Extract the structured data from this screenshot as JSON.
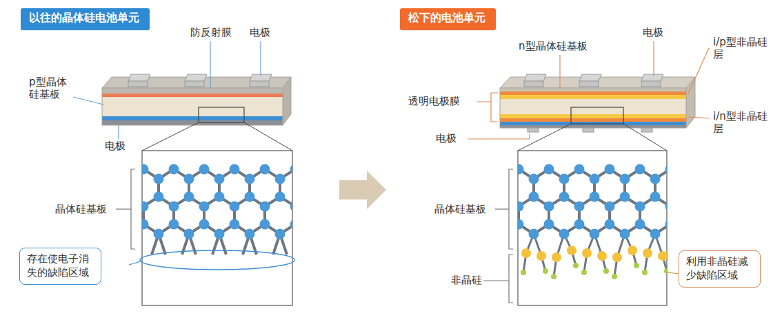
{
  "diagram": {
    "nodes": [
      {
        "text": [
          "以往的晶体硅电池单元"
        ]
      },
      {
        "text": [
          "松下的电池单元"
        ]
      },
      {
        "text": [
          "存在使电子消失的缺陷区域"
        ]
      },
      {
        "text": [
          "利用非晶硅减少缺陷区域"
        ]
      }
    ],
    "labels": [
      "防反射膜",
      "电极",
      "p型晶体硅基板",
      "电极",
      "晶体硅基板",
      "n型晶体硅基板",
      "电极",
      "i/p型非晶硅层",
      "透明电极膜",
      "i/n型非晶硅层",
      "电极",
      "晶体硅基板",
      "非晶硅"
    ]
  }
}
